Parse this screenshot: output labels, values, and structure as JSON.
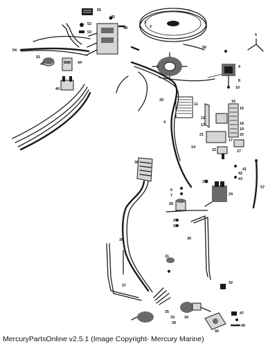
{
  "caption": "MercuryPartsOnline v2.5.1 (Image Copyright- Mercury Marine)",
  "callouts": [
    "1",
    "2",
    "3",
    "4",
    "5",
    "6",
    "7",
    "8",
    "9",
    "10",
    "11",
    "12",
    "13",
    "14",
    "15",
    "16",
    "17",
    "18",
    "19",
    "20",
    "21",
    "22",
    "23",
    "24",
    "25",
    "26",
    "27",
    "28",
    "29",
    "30",
    "31",
    "32",
    "33",
    "34",
    "35",
    "36",
    "37",
    "38",
    "39",
    "40",
    "41",
    "42",
    "43",
    "44",
    "45",
    "46",
    "47",
    "48",
    "49",
    "50",
    "51",
    "52",
    "53",
    "54",
    "55",
    "56",
    "57"
  ]
}
